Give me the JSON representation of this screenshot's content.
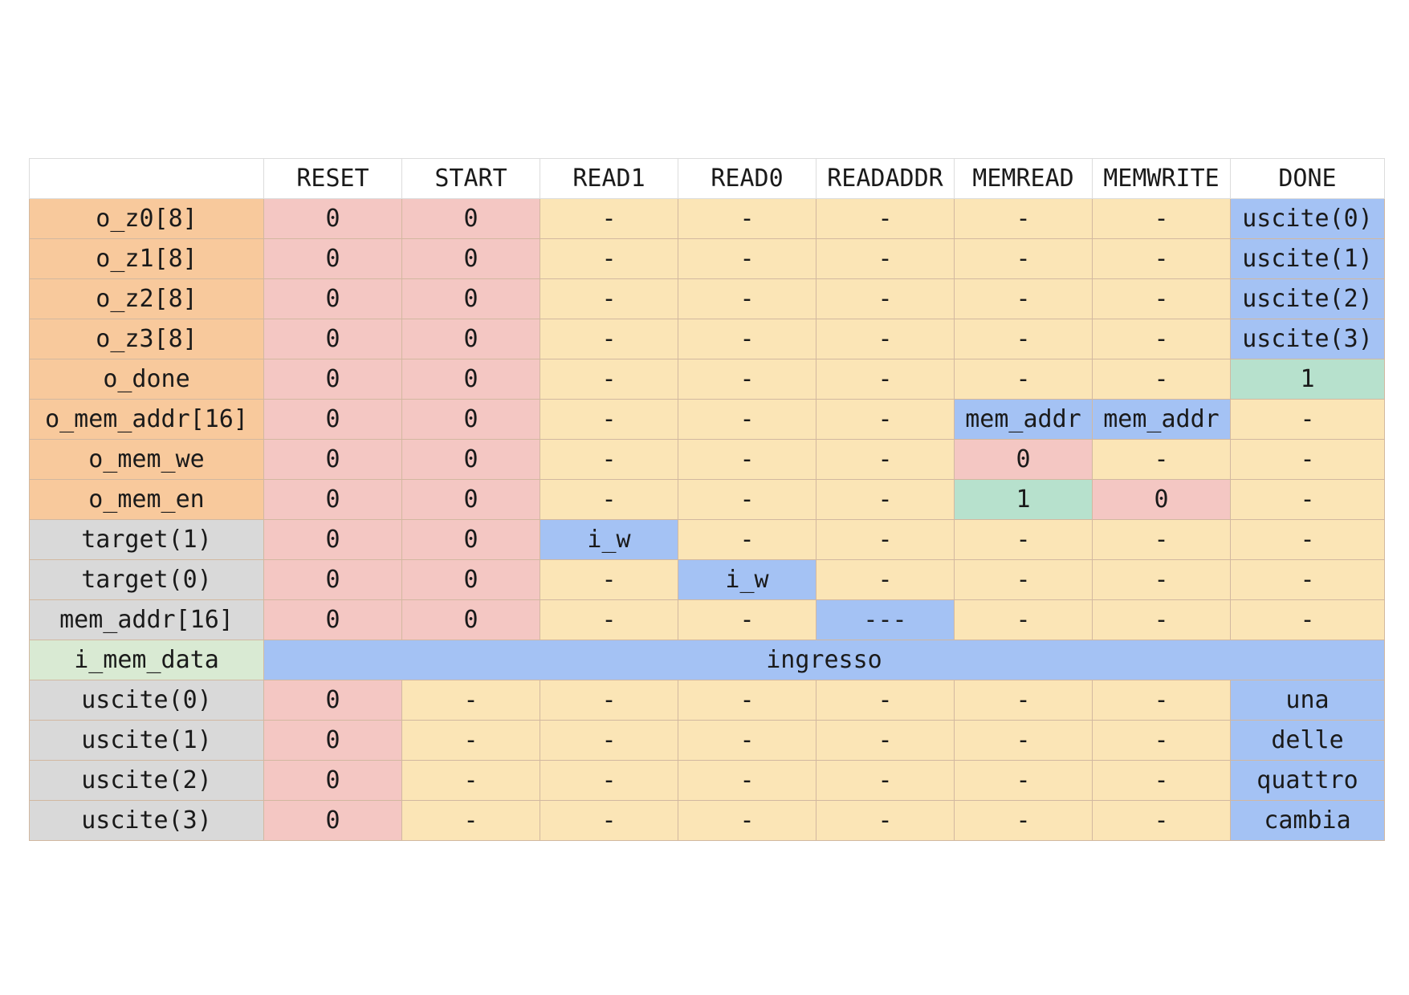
{
  "table": {
    "columns": [
      "",
      "RESET",
      "START",
      "READ1",
      "READ0",
      "READADDR",
      "MEMREAD",
      "MEMWRITE",
      "DONE"
    ],
    "rows": [
      {
        "label": "o_z0[8]",
        "kind": "output",
        "cells": [
          {
            "v": "0",
            "c": "zero"
          },
          {
            "v": "0",
            "c": "zero"
          },
          {
            "v": "-",
            "c": "dash"
          },
          {
            "v": "-",
            "c": "dash"
          },
          {
            "v": "-",
            "c": "dash"
          },
          {
            "v": "-",
            "c": "dash"
          },
          {
            "v": "-",
            "c": "dash"
          },
          {
            "v": "uscite(0)",
            "c": "blue"
          }
        ]
      },
      {
        "label": "o_z1[8]",
        "kind": "output",
        "cells": [
          {
            "v": "0",
            "c": "zero"
          },
          {
            "v": "0",
            "c": "zero"
          },
          {
            "v": "-",
            "c": "dash"
          },
          {
            "v": "-",
            "c": "dash"
          },
          {
            "v": "-",
            "c": "dash"
          },
          {
            "v": "-",
            "c": "dash"
          },
          {
            "v": "-",
            "c": "dash"
          },
          {
            "v": "uscite(1)",
            "c": "blue"
          }
        ]
      },
      {
        "label": "o_z2[8]",
        "kind": "output",
        "cells": [
          {
            "v": "0",
            "c": "zero"
          },
          {
            "v": "0",
            "c": "zero"
          },
          {
            "v": "-",
            "c": "dash"
          },
          {
            "v": "-",
            "c": "dash"
          },
          {
            "v": "-",
            "c": "dash"
          },
          {
            "v": "-",
            "c": "dash"
          },
          {
            "v": "-",
            "c": "dash"
          },
          {
            "v": "uscite(2)",
            "c": "blue"
          }
        ]
      },
      {
        "label": "o_z3[8]",
        "kind": "output",
        "cells": [
          {
            "v": "0",
            "c": "zero"
          },
          {
            "v": "0",
            "c": "zero"
          },
          {
            "v": "-",
            "c": "dash"
          },
          {
            "v": "-",
            "c": "dash"
          },
          {
            "v": "-",
            "c": "dash"
          },
          {
            "v": "-",
            "c": "dash"
          },
          {
            "v": "-",
            "c": "dash"
          },
          {
            "v": "uscite(3)",
            "c": "blue"
          }
        ]
      },
      {
        "label": "o_done",
        "kind": "output",
        "cells": [
          {
            "v": "0",
            "c": "zero"
          },
          {
            "v": "0",
            "c": "zero"
          },
          {
            "v": "-",
            "c": "dash"
          },
          {
            "v": "-",
            "c": "dash"
          },
          {
            "v": "-",
            "c": "dash"
          },
          {
            "v": "-",
            "c": "dash"
          },
          {
            "v": "-",
            "c": "dash"
          },
          {
            "v": "1",
            "c": "green"
          }
        ]
      },
      {
        "label": "o_mem_addr[16]",
        "kind": "output",
        "cells": [
          {
            "v": "0",
            "c": "zero"
          },
          {
            "v": "0",
            "c": "zero"
          },
          {
            "v": "-",
            "c": "dash"
          },
          {
            "v": "-",
            "c": "dash"
          },
          {
            "v": "-",
            "c": "dash"
          },
          {
            "v": "mem_addr",
            "c": "blue"
          },
          {
            "v": "mem_addr",
            "c": "blue"
          },
          {
            "v": "-",
            "c": "dash"
          }
        ]
      },
      {
        "label": "o_mem_we",
        "kind": "output",
        "cells": [
          {
            "v": "0",
            "c": "zero"
          },
          {
            "v": "0",
            "c": "zero"
          },
          {
            "v": "-",
            "c": "dash"
          },
          {
            "v": "-",
            "c": "dash"
          },
          {
            "v": "-",
            "c": "dash"
          },
          {
            "v": "0",
            "c": "zero"
          },
          {
            "v": "-",
            "c": "dash"
          },
          {
            "v": "-",
            "c": "dash"
          }
        ]
      },
      {
        "label": "o_mem_en",
        "kind": "output",
        "cells": [
          {
            "v": "0",
            "c": "zero"
          },
          {
            "v": "0",
            "c": "zero"
          },
          {
            "v": "-",
            "c": "dash"
          },
          {
            "v": "-",
            "c": "dash"
          },
          {
            "v": "-",
            "c": "dash"
          },
          {
            "v": "1",
            "c": "green"
          },
          {
            "v": "0",
            "c": "zero"
          },
          {
            "v": "-",
            "c": "dash"
          }
        ]
      },
      {
        "label": "target(1)",
        "kind": "internal",
        "cells": [
          {
            "v": "0",
            "c": "zero"
          },
          {
            "v": "0",
            "c": "zero"
          },
          {
            "v": "i_w",
            "c": "blue"
          },
          {
            "v": "-",
            "c": "dash"
          },
          {
            "v": "-",
            "c": "dash"
          },
          {
            "v": "-",
            "c": "dash"
          },
          {
            "v": "-",
            "c": "dash"
          },
          {
            "v": "-",
            "c": "dash"
          }
        ]
      },
      {
        "label": "target(0)",
        "kind": "internal",
        "cells": [
          {
            "v": "0",
            "c": "zero"
          },
          {
            "v": "0",
            "c": "zero"
          },
          {
            "v": "-",
            "c": "dash"
          },
          {
            "v": "i_w",
            "c": "blue"
          },
          {
            "v": "-",
            "c": "dash"
          },
          {
            "v": "-",
            "c": "dash"
          },
          {
            "v": "-",
            "c": "dash"
          },
          {
            "v": "-",
            "c": "dash"
          }
        ]
      },
      {
        "label": "mem_addr[16]",
        "kind": "internal",
        "cells": [
          {
            "v": "0",
            "c": "zero"
          },
          {
            "v": "0",
            "c": "zero"
          },
          {
            "v": "-",
            "c": "dash"
          },
          {
            "v": "-",
            "c": "dash"
          },
          {
            "v": "---",
            "c": "blue"
          },
          {
            "v": "-",
            "c": "dash"
          },
          {
            "v": "-",
            "c": "dash"
          },
          {
            "v": "-",
            "c": "dash"
          }
        ]
      },
      {
        "label": "i_mem_data",
        "kind": "input",
        "cells": [
          {
            "v": "ingresso",
            "c": "blue",
            "span": 8
          }
        ]
      },
      {
        "label": "uscite(0)",
        "kind": "internal",
        "cells": [
          {
            "v": "0",
            "c": "zero"
          },
          {
            "v": "-",
            "c": "dash"
          },
          {
            "v": "-",
            "c": "dash"
          },
          {
            "v": "-",
            "c": "dash"
          },
          {
            "v": "-",
            "c": "dash"
          },
          {
            "v": "-",
            "c": "dash"
          },
          {
            "v": "-",
            "c": "dash"
          },
          {
            "v": "una",
            "c": "blue"
          }
        ]
      },
      {
        "label": "uscite(1)",
        "kind": "internal",
        "cells": [
          {
            "v": "0",
            "c": "zero"
          },
          {
            "v": "-",
            "c": "dash"
          },
          {
            "v": "-",
            "c": "dash"
          },
          {
            "v": "-",
            "c": "dash"
          },
          {
            "v": "-",
            "c": "dash"
          },
          {
            "v": "-",
            "c": "dash"
          },
          {
            "v": "-",
            "c": "dash"
          },
          {
            "v": "delle",
            "c": "blue"
          }
        ]
      },
      {
        "label": "uscite(2)",
        "kind": "internal",
        "cells": [
          {
            "v": "0",
            "c": "zero"
          },
          {
            "v": "-",
            "c": "dash"
          },
          {
            "v": "-",
            "c": "dash"
          },
          {
            "v": "-",
            "c": "dash"
          },
          {
            "v": "-",
            "c": "dash"
          },
          {
            "v": "-",
            "c": "dash"
          },
          {
            "v": "-",
            "c": "dash"
          },
          {
            "v": "quattro",
            "c": "blue"
          }
        ]
      },
      {
        "label": "uscite(3)",
        "kind": "internal",
        "cells": [
          {
            "v": "0",
            "c": "zero"
          },
          {
            "v": "-",
            "c": "dash"
          },
          {
            "v": "-",
            "c": "dash"
          },
          {
            "v": "-",
            "c": "dash"
          },
          {
            "v": "-",
            "c": "dash"
          },
          {
            "v": "-",
            "c": "dash"
          },
          {
            "v": "-",
            "c": "dash"
          },
          {
            "v": "cambia",
            "c": "blue"
          }
        ]
      }
    ]
  },
  "colors": {
    "output_label": "#f8c99c",
    "internal_label": "#d9d9d9",
    "input_label": "#d9ead3",
    "zero": "#f4c7c3",
    "dash": "#fbe5b6",
    "blue": "#a4c2f4",
    "green": "#b7e1cd"
  }
}
